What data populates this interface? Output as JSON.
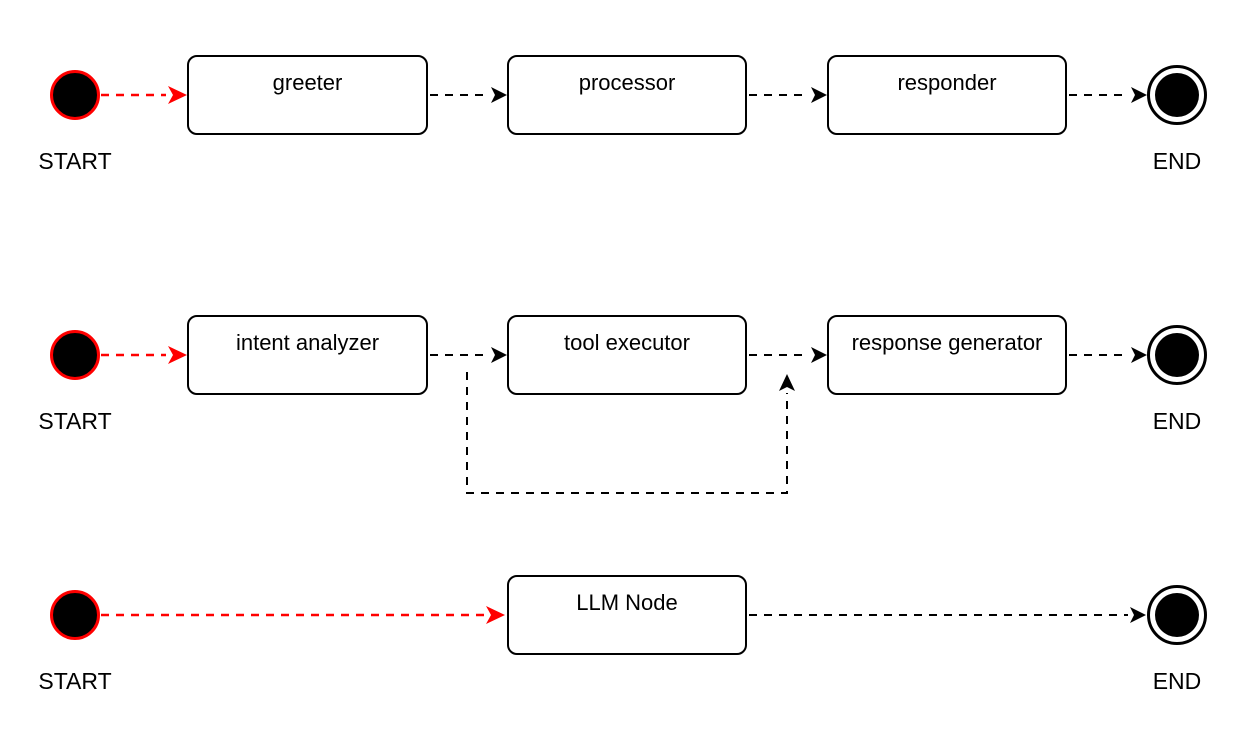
{
  "colors": {
    "background": "#ffffff",
    "node_border": "#000000",
    "node_fill": "#ffffff",
    "edge": "#000000",
    "accent_red": "#ff0000",
    "terminal_fill": "#000000"
  },
  "diagrams": [
    {
      "start_label": "START",
      "end_label": "END",
      "nodes": [
        {
          "label": "greeter"
        },
        {
          "label": "processor"
        },
        {
          "label": "responder"
        }
      ],
      "edges": [
        {
          "from": "START",
          "to": "greeter",
          "style": "dashed",
          "color": "#ff0000"
        },
        {
          "from": "greeter",
          "to": "processor",
          "style": "dashed",
          "color": "#000000"
        },
        {
          "from": "processor",
          "to": "responder",
          "style": "dashed",
          "color": "#000000"
        },
        {
          "from": "responder",
          "to": "END",
          "style": "dashed",
          "color": "#000000"
        }
      ]
    },
    {
      "start_label": "START",
      "end_label": "END",
      "nodes": [
        {
          "label": "intent analyzer"
        },
        {
          "label": "tool executor"
        },
        {
          "label": "response generator"
        }
      ],
      "edges": [
        {
          "from": "START",
          "to": "intent analyzer",
          "style": "dashed",
          "color": "#ff0000"
        },
        {
          "from": "intent analyzer",
          "to": "tool executor",
          "style": "dashed",
          "color": "#000000"
        },
        {
          "from": "tool executor",
          "to": "response generator",
          "style": "dashed",
          "color": "#000000"
        },
        {
          "from": "response generator",
          "to": "END",
          "style": "dashed",
          "color": "#000000"
        },
        {
          "from": "tool executor",
          "to": "tool executor",
          "style": "dashed",
          "color": "#000000",
          "route": "loop routed below, arrow pointing up"
        }
      ]
    },
    {
      "start_label": "START",
      "end_label": "END",
      "nodes": [
        {
          "label": "LLM Node"
        }
      ],
      "edges": [
        {
          "from": "START",
          "to": "LLM Node",
          "style": "dashed",
          "color": "#ff0000"
        },
        {
          "from": "LLM Node",
          "to": "END",
          "style": "dashed",
          "color": "#000000"
        }
      ]
    }
  ]
}
